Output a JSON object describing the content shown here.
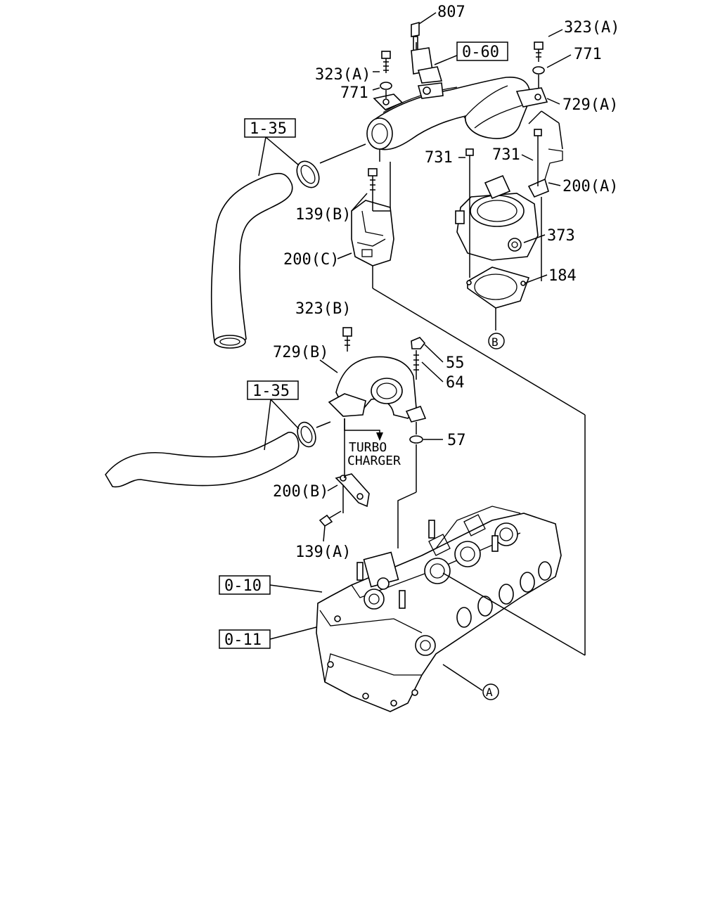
{
  "labels": {
    "p807": "807",
    "ref_0_60": "0-60",
    "p323a_top_right": "323(A)",
    "p771_right": "771",
    "p323a_left": "323(A)",
    "p771_left": "771",
    "p729a": "729(A)",
    "ref_1_35_top": "1-35",
    "p731_left": "731",
    "p731_right": "731",
    "p200a": "200(A)",
    "p139b": "139(B)",
    "p373": "373",
    "p200c": "200(C)",
    "p184": "184",
    "circle_b": "B",
    "p323b": "323(B)",
    "p729b": "729(B)",
    "p55": "55",
    "p64": "64",
    "ref_1_35_bottom": "1-35",
    "p57": "57",
    "turbo_line1": "TURBO",
    "turbo_line2": "CHARGER",
    "p200b": "200(B)",
    "p139a": "139(A)",
    "ref_0_10": "0-10",
    "ref_0_11": "0-11",
    "circle_a": "A"
  }
}
